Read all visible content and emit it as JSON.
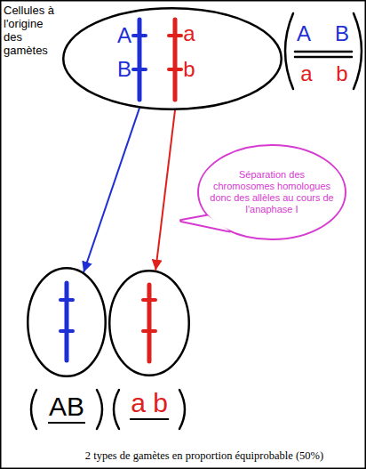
{
  "diagram": {
    "caption": "2 types de gamètes en proportion équiprobable (50%)",
    "nodes": [
      {
        "text": [
          "Cellules à l'origine des gamètes",
          "A",
          "B",
          "a",
          "b"
        ]
      },
      {
        "text": [
          "Séparation des chromosomes homologues donc des allèles au cours de l'anaphase I"
        ]
      },
      {
        "text": [
          "AB"
        ]
      },
      {
        "text": [
          "a b"
        ]
      }
    ],
    "edges": [
      {
        "from": 0,
        "to": 2,
        "arrow": "to"
      },
      {
        "from": 0,
        "to": 3,
        "arrow": "to"
      }
    ],
    "labels": [
      "A",
      "B",
      "a",
      "b"
    ]
  }
}
